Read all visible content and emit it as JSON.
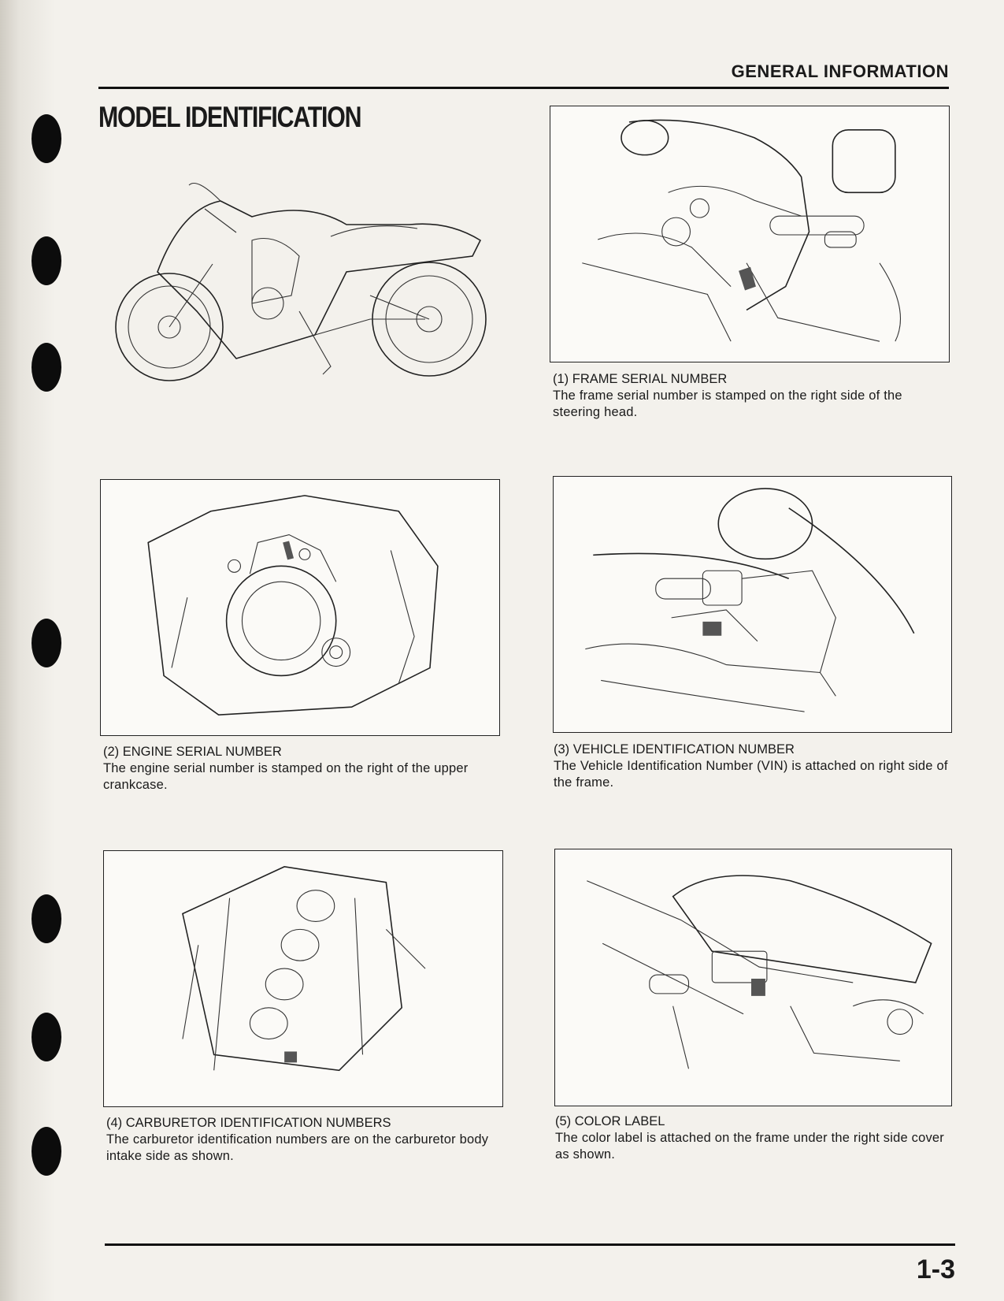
{
  "header": {
    "section": "GENERAL INFORMATION"
  },
  "page": {
    "title": "MODEL IDENTIFICATION",
    "number": "1-3"
  },
  "figures": [
    {
      "label": "(1) FRAME SERIAL NUMBER",
      "text": "The frame serial number is stamped on the right side of the steering head."
    },
    {
      "label": "(2) ENGINE SERIAL NUMBER",
      "text": "The engine serial number is stamped on the right of the upper crankcase."
    },
    {
      "label": "(3) VEHICLE IDENTIFICATION NUMBER",
      "text": "The Vehicle Identification Number (VIN) is attached on right side of the frame."
    },
    {
      "label": "(4) CARBURETOR IDENTIFICATION NUMBERS",
      "text": "The carburetor identification numbers are on the carburetor body intake side as shown."
    },
    {
      "label": "(5) COLOR LABEL",
      "text": "The color label is attached on the frame under the right side cover as shown."
    }
  ]
}
